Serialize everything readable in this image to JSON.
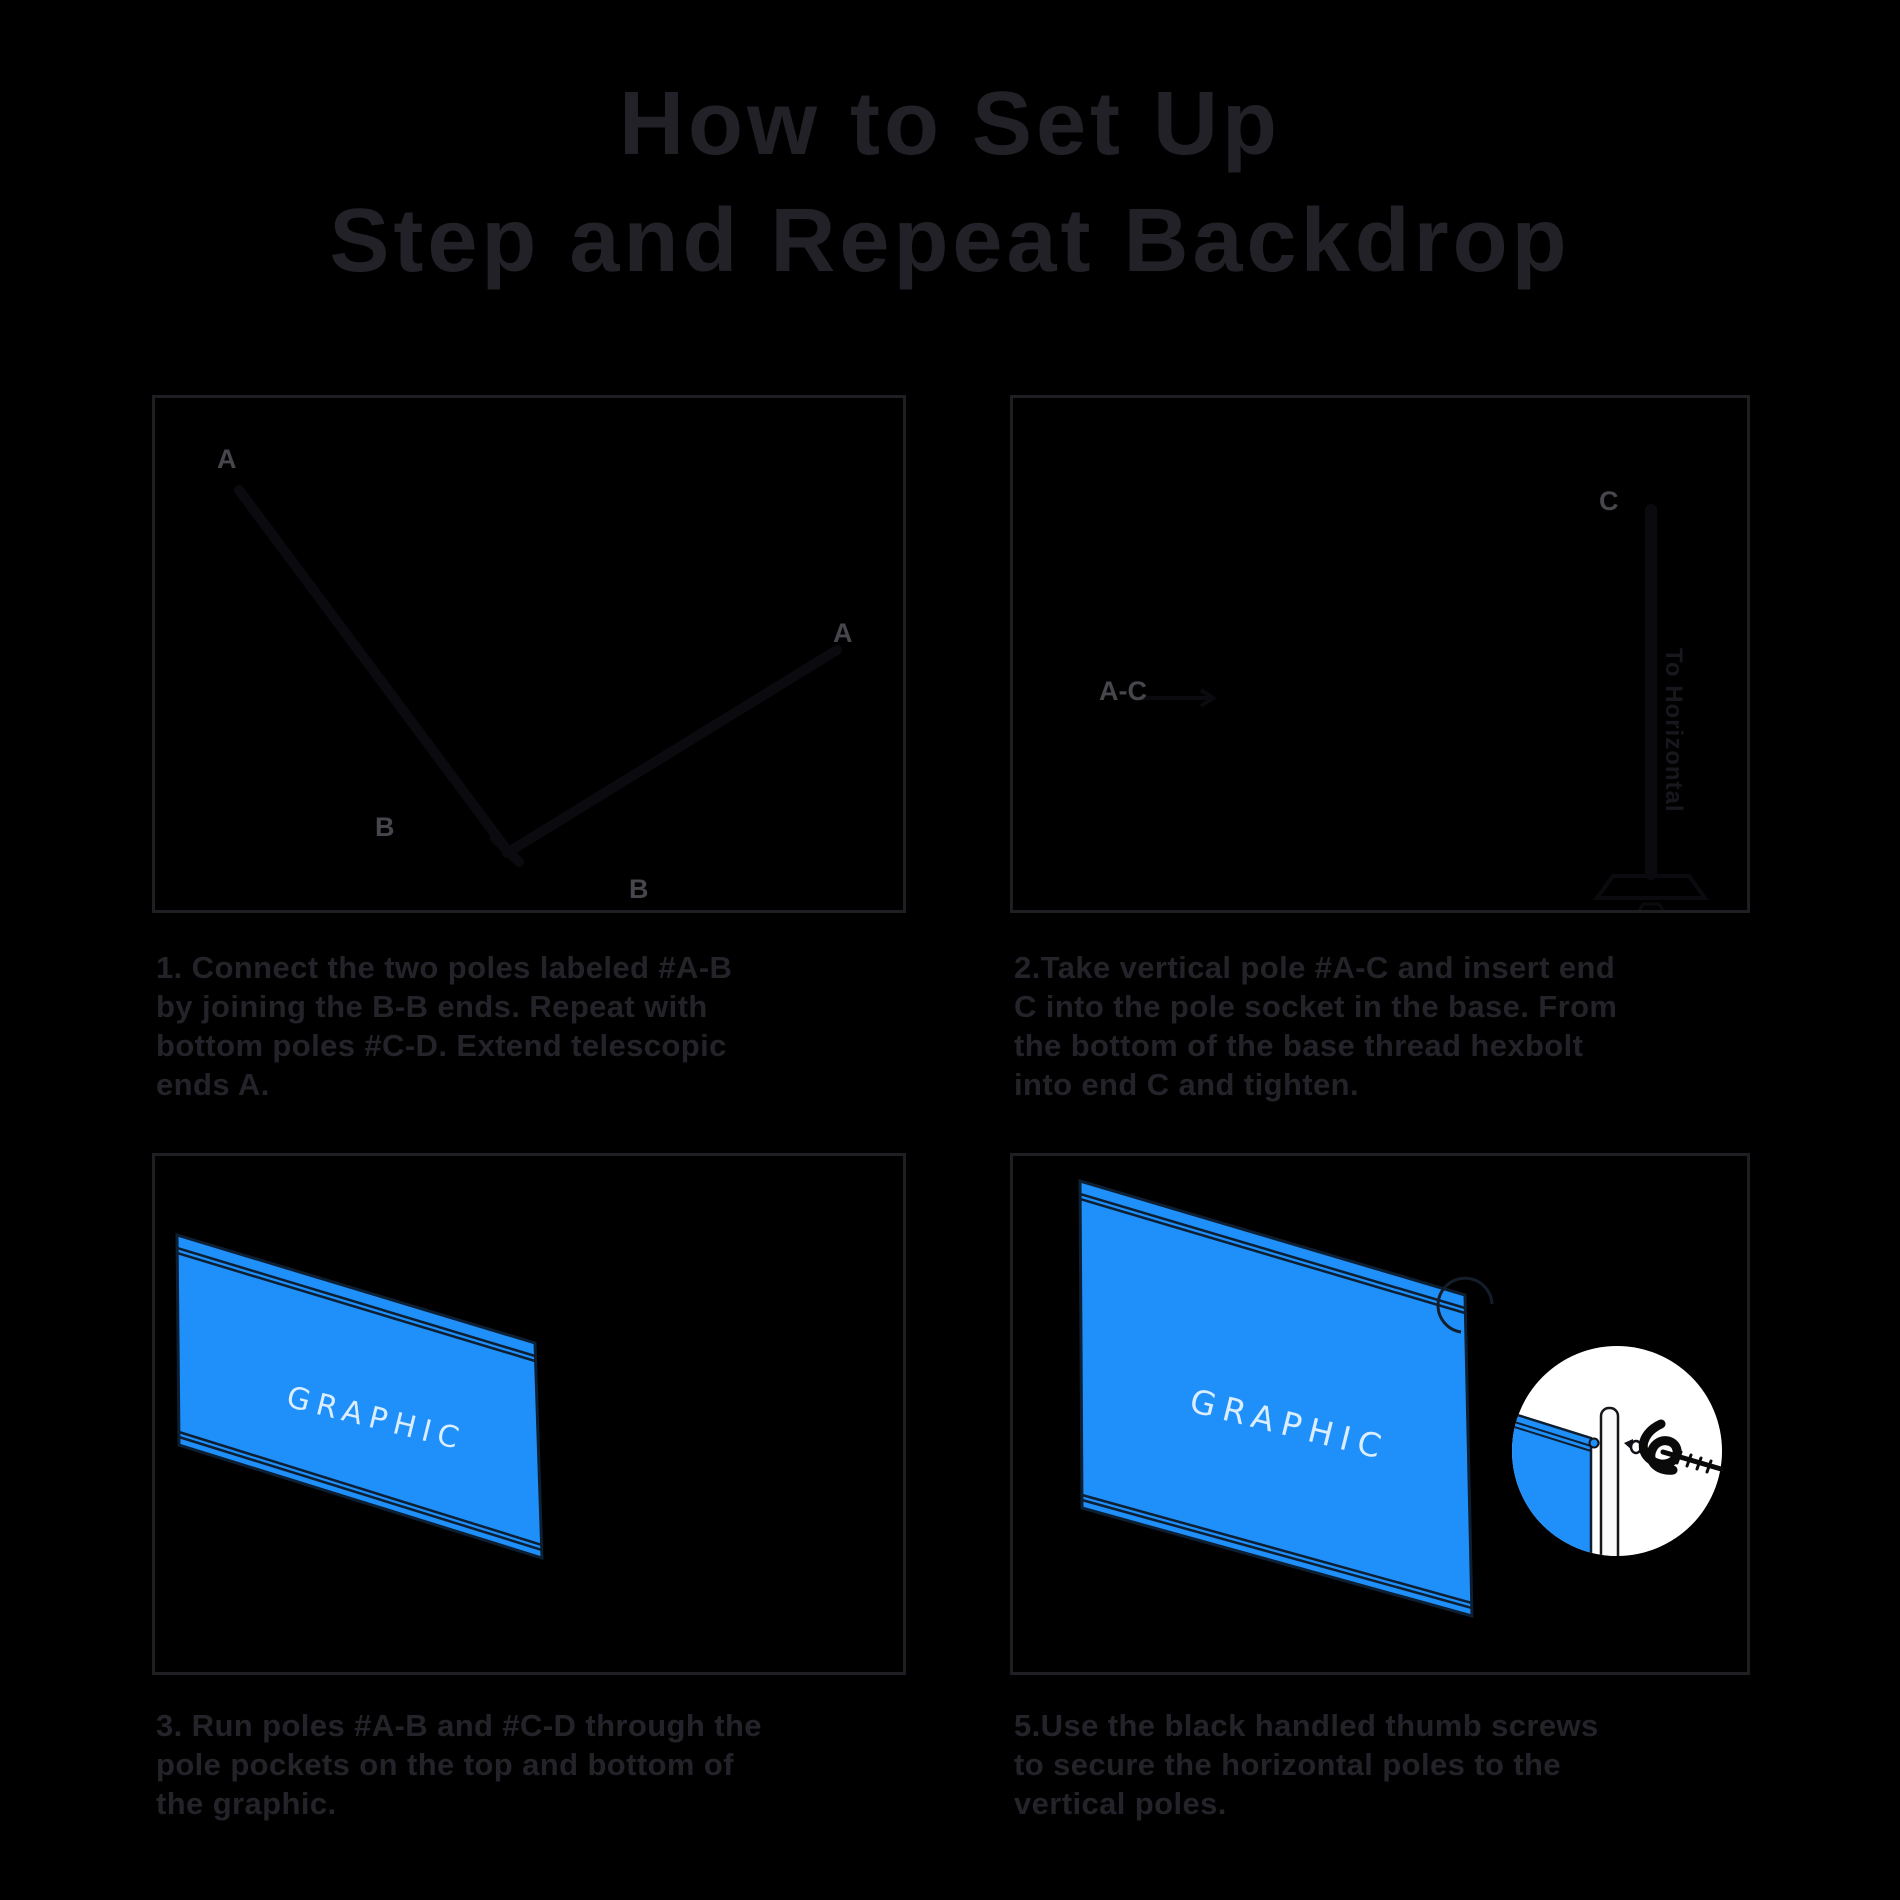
{
  "title": {
    "line1": "How to Set Up",
    "line2": "Step and Repeat Backdrop"
  },
  "panels": [
    {
      "caption_lines": [
        "1. Connect the two poles labeled #A-B",
        "by joining the B-B ends. Repeat with",
        "bottom poles #C-D. Extend telescopic",
        "ends A."
      ],
      "labels": {
        "a1": "A",
        "a2": "A",
        "b1": "B",
        "b2": "B"
      }
    },
    {
      "caption_lines": [
        "2.Take vertical pole #A-C and insert end",
        "C into the pole socket in the base. From",
        "the bottom of the base thread hexbolt",
        "into end C and tighten."
      ],
      "labels": {
        "c": "C",
        "pole": "A-C",
        "vertical": "To Horizontal"
      }
    },
    {
      "caption_lines": [
        "3. Run poles #A-B and #C-D through the",
        "pole pockets on the top and bottom of",
        "the graphic."
      ],
      "banner_text": "GRAPHIC"
    },
    {
      "caption_lines": [
        "5.Use the black handled thumb screws",
        "to secure the horizontal poles to the",
        "vertical poles."
      ],
      "banner_text": "GRAPHIC"
    }
  ],
  "colors": {
    "background": "#000000",
    "ink": "#212127",
    "banner_blue": "#1f8ffa",
    "banner_outline": "#0d1f33",
    "banner_text": "#dbeeff",
    "callout_white": "#ffffff"
  }
}
